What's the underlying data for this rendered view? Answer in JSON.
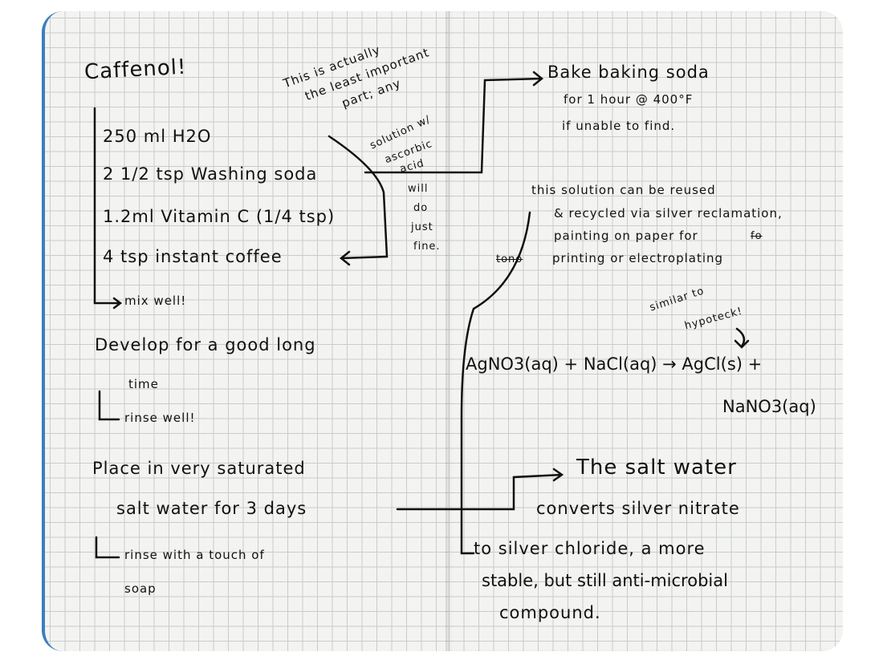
{
  "left_page": {
    "title": "Caffenol!",
    "ingredients": [
      "250 ml H2O",
      "2 1/2 tsp Washing soda",
      "1.2ml Vitamin C (1/4 tsp)",
      "4 tsp instant coffee"
    ],
    "mix_step": "mix well!",
    "develop": [
      "Develop for a good long",
      "time"
    ],
    "rinse_step": "rinse well!",
    "salt_water": [
      "Place in very saturated",
      "salt water for 3 days"
    ],
    "rinse_soap": [
      "rinse with a touch of",
      "soap"
    ]
  },
  "margin_note": {
    "lines": [
      "This is actually",
      "the least important",
      "part; any",
      "solution w/",
      "ascorbic",
      "acid"
    ],
    "continuation": [
      "will",
      "do",
      "just",
      "fine."
    ]
  },
  "right_page": {
    "baking_soda": [
      "Bake baking soda",
      "for 1 hour @ 400°F",
      "if unable to find."
    ],
    "reuse_note": [
      "this solution can be reused",
      "& recycled via silver reclamation,",
      "painting on paper for",
      "printing or electroplating"
    ],
    "reuse_struck": [
      "fo",
      "tono"
    ],
    "aside": [
      "similar to",
      "hypoteck!"
    ],
    "equation_left": "AgNO3(aq) + NaCl(aq) → AgCl(s) +",
    "equation_right": "NaNO3(aq)",
    "salt_note": [
      "The salt water",
      "converts silver nitrate",
      "to silver chloride, a more",
      "stable, but still anti-microbial",
      "compound."
    ]
  },
  "colors": {
    "ink": "#111111",
    "paper": "#f3f4f2",
    "grid": "#c9ccc8",
    "cover": "#3a7fbf"
  }
}
